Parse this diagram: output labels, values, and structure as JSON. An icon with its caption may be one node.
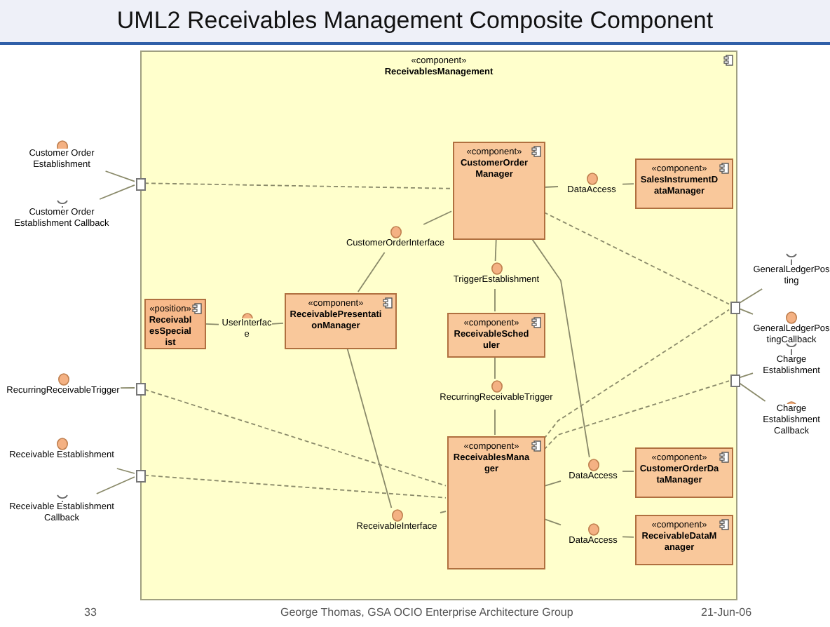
{
  "diagram": {
    "title": "UML2 Receivables Management Composite Component",
    "nodes": [
      {
        "text": [
          "«component»",
          "ReceivablesManagement"
        ]
      },
      {
        "text": [
          "«component»",
          "CustomerOrderManager"
        ],
        "in": 0
      },
      {
        "text": [
          "«component»",
          "SalesInstrumentDataManager"
        ],
        "in": 0
      },
      {
        "text": [
          "«position»",
          "ReceivablesSpecialist"
        ],
        "in": 0
      },
      {
        "text": [
          "«component»",
          "ReceivablePresentationManager"
        ],
        "in": 0
      },
      {
        "text": [
          "«component»",
          "ReceivableScheduler"
        ],
        "in": 0
      },
      {
        "text": [
          "«component»",
          "ReceivablesManager"
        ],
        "in": 0
      },
      {
        "text": [
          "«component»",
          "CustomerOrderDataManager"
        ],
        "in": 0
      },
      {
        "text": [
          "«component»",
          "ReceivableDataManager"
        ],
        "in": 0
      },
      {
        "text": [
          "CustomerOrderInterface"
        ],
        "in": 0
      },
      {
        "text": [
          "DataAccess"
        ],
        "in": 0
      },
      {
        "text": [
          "UserInterface"
        ],
        "in": 0
      },
      {
        "text": [
          "TriggerEstablishment"
        ],
        "in": 0
      },
      {
        "text": [
          "RecurringReceivableTrigger"
        ],
        "in": 0
      },
      {
        "text": [
          "ReceivableInterface"
        ],
        "in": 0
      },
      {
        "text": [
          "DataAccess"
        ],
        "in": 0
      },
      {
        "text": [
          "DataAccess"
        ],
        "in": 0
      },
      {
        "text": [
          "Customer Order Establishment"
        ]
      },
      {
        "text": [
          "Customer Order Establishment Callback"
        ]
      },
      {
        "text": [
          "RecurringReceivableTrigger"
        ]
      },
      {
        "text": [
          "Receivable Establishment"
        ]
      },
      {
        "text": [
          "Receivable Establishment Callback"
        ]
      },
      {
        "text": [
          "GeneralLedgerPosting"
        ]
      },
      {
        "text": [
          "GeneralLedgerPostingCallback"
        ]
      },
      {
        "text": [
          "Charge Establishment"
        ]
      },
      {
        "text": [
          "Charge Establishment Callback"
        ]
      },
      {
        "text": [],
        "shape": "box",
        "in": 0
      },
      {
        "text": [],
        "shape": "box",
        "in": 0
      },
      {
        "text": [],
        "shape": "box",
        "in": 0
      },
      {
        "text": [],
        "shape": "box",
        "in": 0
      },
      {
        "text": [],
        "shape": "box",
        "in": 0
      }
    ],
    "edges": [
      {
        "from": 17,
        "to": 26,
        "arrow": "none"
      },
      {
        "from": 18,
        "to": 26,
        "arrow": "none"
      },
      {
        "from": 26,
        "to": 1,
        "arrow": "none",
        "style": "dashed"
      },
      {
        "from": 19,
        "to": 27,
        "arrow": "none"
      },
      {
        "from": 27,
        "to": 6,
        "arrow": "none",
        "style": "dashed"
      },
      {
        "from": 20,
        "to": 28,
        "arrow": "none"
      },
      {
        "from": 21,
        "to": 28,
        "arrow": "none"
      },
      {
        "from": 28,
        "to": 6,
        "arrow": "none",
        "style": "dashed"
      },
      {
        "from": 9,
        "to": 1,
        "arrow": "none"
      },
      {
        "from": 9,
        "to": 4,
        "arrow": "none"
      },
      {
        "from": 3,
        "to": 11,
        "arrow": "none"
      },
      {
        "from": 11,
        "to": 4,
        "arrow": "none"
      },
      {
        "from": 1,
        "to": 10,
        "arrow": "none"
      },
      {
        "from": 10,
        "to": 2,
        "arrow": "none"
      },
      {
        "from": 1,
        "to": 12,
        "arrow": "none"
      },
      {
        "from": 12,
        "to": 5,
        "arrow": "none"
      },
      {
        "from": 5,
        "to": 13,
        "arrow": "none"
      },
      {
        "from": 13,
        "to": 6,
        "arrow": "none"
      },
      {
        "from": 4,
        "to": 14,
        "arrow": "none"
      },
      {
        "from": 14,
        "to": 6,
        "arrow": "none"
      },
      {
        "from": 1,
        "to": 15,
        "arrow": "none"
      },
      {
        "from": 6,
        "to": 15,
        "arrow": "none"
      },
      {
        "from": 15,
        "to": 7,
        "arrow": "none"
      },
      {
        "from": 6,
        "to": 16,
        "arrow": "none"
      },
      {
        "from": 16,
        "to": 8,
        "arrow": "none"
      },
      {
        "from": 1,
        "to": 29,
        "arrow": "none",
        "style": "dashed"
      },
      {
        "from": 6,
        "to": 29,
        "arrow": "none",
        "style": "dashed"
      },
      {
        "from": 29,
        "to": 22,
        "arrow": "none"
      },
      {
        "from": 29,
        "to": 23,
        "arrow": "none"
      },
      {
        "from": 6,
        "to": 30,
        "arrow": "none",
        "style": "dashed"
      },
      {
        "from": 30,
        "to": 24,
        "arrow": "none"
      },
      {
        "from": 30,
        "to": 25,
        "arrow": "none"
      }
    ],
    "labels": [
      "33",
      "George Thomas, GSA OCIO Enterprise Architecture Group",
      "21-Jun-06"
    ]
  }
}
